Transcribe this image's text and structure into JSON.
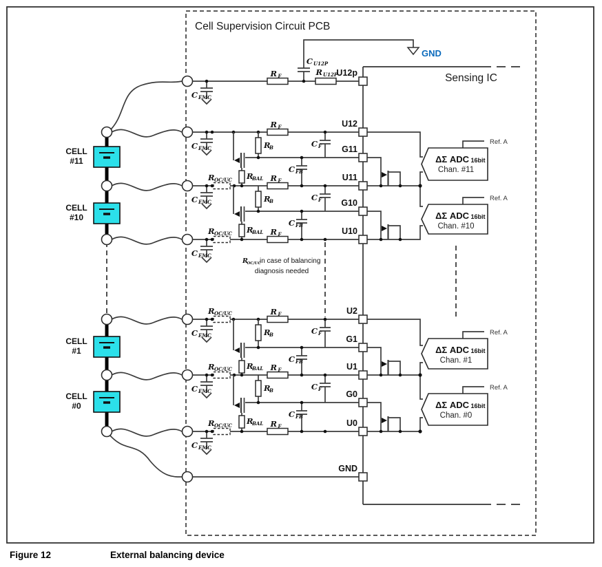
{
  "figure": {
    "label": "Figure 12",
    "caption": "External balancing device"
  },
  "pcb_title": "Cell Supervision Circuit PCB",
  "ic_title": "Sensing IC",
  "gnd_top": "GND",
  "note": {
    "r": "R",
    "r_sub": "OC/UC",
    "text1": " in case of balancing",
    "text2": "diagnosis needed"
  },
  "cells": [
    {
      "name": "CELL",
      "num": "#11"
    },
    {
      "name": "CELL",
      "num": "#10"
    },
    {
      "name": "CELL",
      "num": "#1"
    },
    {
      "name": "CELL",
      "num": "#0"
    }
  ],
  "pins": {
    "u12p": "U12p",
    "u12": "U12",
    "g11": "G11",
    "u11": "U11",
    "g10": "G10",
    "u10": "U10",
    "u2": "U2",
    "g1": "G1",
    "u1": "U1",
    "g0": "G0",
    "u0": "U0",
    "gnd": "GND"
  },
  "labels": {
    "rf": {
      "m": "R",
      "s": "F"
    },
    "ru12p": {
      "m": "R",
      "s": "U12P"
    },
    "cu12p": {
      "m": "C",
      "s": "U12P"
    },
    "cemc": {
      "m": "C",
      "s": "EMC"
    },
    "rb": {
      "m": "R",
      "s": "B"
    },
    "rbal": {
      "m": "R",
      "s": "BAL"
    },
    "rocuc": {
      "m": "R",
      "s": "OC/UC"
    },
    "cf": {
      "m": "C",
      "s": "F"
    },
    "cfb": {
      "m": "C",
      "s": "FB"
    }
  },
  "adcs": [
    {
      "title": "ΔΣ ADC",
      "bits": "16bit",
      "chan": "Chan. #11",
      "ref": "Ref. A"
    },
    {
      "title": "ΔΣ ADC",
      "bits": "16bit",
      "chan": "Chan. #10",
      "ref": "Ref. A"
    },
    {
      "title": "ΔΣ ADC",
      "bits": "16bit",
      "chan": "Chan. #1",
      "ref": "Ref. A"
    },
    {
      "title": "ΔΣ ADC",
      "bits": "16bit",
      "chan": "Chan. #0",
      "ref": "Ref. A"
    }
  ],
  "colors": {
    "cell_fill": "#2ce0ea",
    "green": "#00a550",
    "blue": "#0a6abc",
    "wire": "#3c3c3c"
  }
}
